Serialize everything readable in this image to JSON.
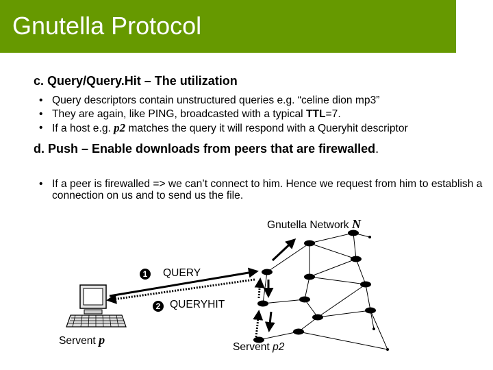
{
  "title": "Gnutella Protocol",
  "section_c": {
    "heading": "c. Query/Query.Hit – The utilization",
    "bullets": [
      {
        "text": "Query descriptors contain unstructured queries e.g. “celine dion mp3”"
      },
      {
        "pre": "They are again, like PING, broadcasted with a typical ",
        "strong": "TTL",
        "post": "=7."
      },
      {
        "pre": "If a host e.g. ",
        "strong": "p2",
        "post": " matches the query it will respond with a Queryhit descriptor"
      }
    ]
  },
  "section_d": {
    "heading": "d. Push – Enable downloads from peers that are firewalled",
    "period": ".",
    "bullet": "If a peer is firewalled => we can’t connect to him. Hence we request from him to establish a connection on us and to send us the file."
  },
  "diagram": {
    "network_label": "Gnutella Network",
    "network_var": "N",
    "query_num": "1",
    "query_label": "QUERY",
    "queryhit_num": "2",
    "queryhit_label": "QUERYHIT",
    "servent_p_label": "Servent",
    "servent_p_var": "p",
    "servent_p2_label": "Servent",
    "servent_p2_var": "p2"
  }
}
